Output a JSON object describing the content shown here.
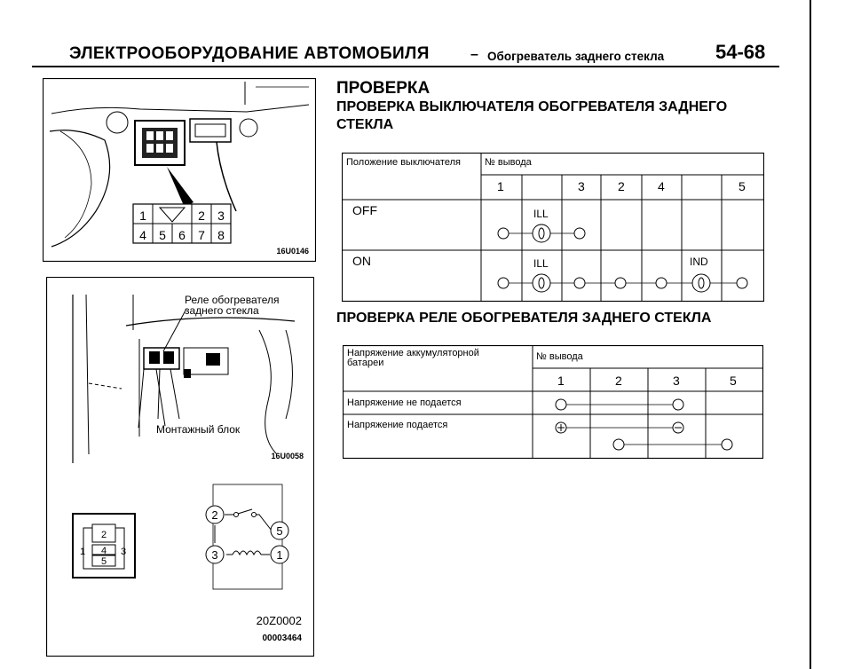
{
  "header": {
    "title": "ЭЛЕКТРООБОРУДОВАНИЕ АВТОМОБИЛЯ",
    "dash": "–",
    "subtitle": "Обогреватель заднего стекла",
    "page": "54-68"
  },
  "headings": {
    "check": "ПРОВЕРКА",
    "switch_check_line1": "ПРОВЕРКА ВЫКЛЮЧАТЕЛЯ ОБОГРЕВАТЕЛЯ ЗАДНЕГО",
    "switch_check_line2": "СТЕКЛА",
    "relay_check": "ПРОВЕРКА РЕЛЕ ОБОГРЕВАТЕЛЯ ЗАДНЕГО СТЕКЛА"
  },
  "switch_table": {
    "col_position": "Положение выключателя",
    "col_terminal": "№ вывода",
    "terminals": [
      "1",
      "3",
      "2",
      "4",
      "5"
    ],
    "rows": [
      {
        "label": "OFF",
        "marks": [
          "ILL"
        ]
      },
      {
        "label": "ON",
        "marks": [
          "ILL",
          "IND"
        ]
      }
    ]
  },
  "relay_table": {
    "col_voltage_line1": "Напряжение аккумуляторной",
    "col_voltage_line2": "батареи",
    "col_terminal": "№ вывода",
    "terminals": [
      "1",
      "2",
      "3",
      "5"
    ],
    "rows": [
      {
        "label": "Напряжение не подается"
      },
      {
        "label": "Напряжение подается"
      }
    ]
  },
  "figure1": {
    "pins_top": [
      "1",
      "2",
      "3"
    ],
    "pins_bottom": [
      "4",
      "5",
      "6",
      "7",
      "8"
    ],
    "code": "16U0146"
  },
  "figure2": {
    "relay_label_line1": "Реле обогревателя",
    "relay_label_line2": "заднего стекла",
    "block_label": "Монтажный блок",
    "code": "16U0058",
    "socket_pins": [
      "2",
      "1",
      "4",
      "3",
      "5"
    ],
    "circuit_pins": [
      "2",
      "5",
      "3",
      "1"
    ],
    "code2": "20Z0002",
    "code3": "00003464"
  }
}
